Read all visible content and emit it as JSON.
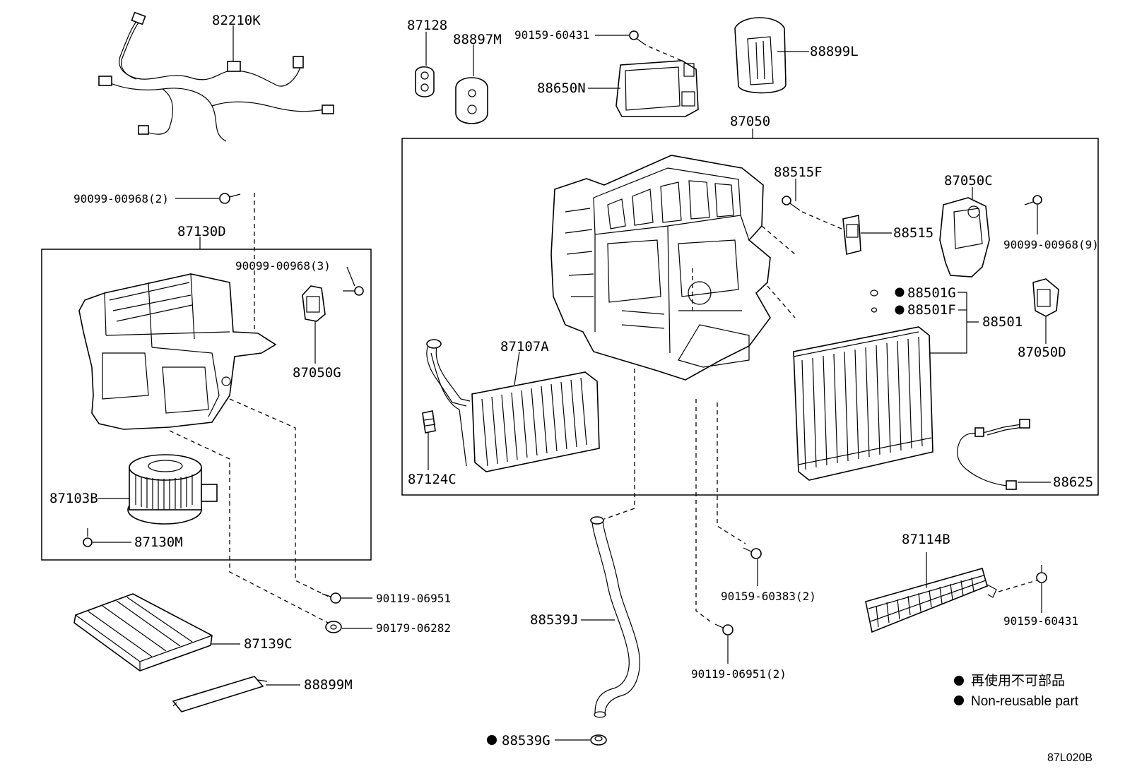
{
  "labels": {
    "p82210K": "82210K",
    "p87128": "87128",
    "p88897M": "88897M",
    "p90159_60431_top": "90159-60431",
    "p88650N": "88650N",
    "p88899L": "88899L",
    "p87050": "87050",
    "p90099_00968_2": "90099-00968(2)",
    "p87130D": "87130D",
    "p90099_00968_3": "90099-00968(3)",
    "p87050G": "87050G",
    "p87103B": "87103B",
    "p87130M": "87130M",
    "p88515F": "88515F",
    "p88515": "88515",
    "p87050C": "87050C",
    "p90099_00968_9": "90099-00968(9)",
    "p88501G": "88501G",
    "p88501F": "88501F",
    "p88501": "88501",
    "p87050D": "87050D",
    "p87107A": "87107A",
    "p87124C": "87124C",
    "p88625": "88625",
    "p90119_06951": "90119-06951",
    "p90179_06282": "90179-06282",
    "p87139C": "87139C",
    "p88899M": "88899M",
    "p88539J": "88539J",
    "p88539G": "88539G",
    "p90159_60383_2": "90159-60383(2)",
    "p90119_06951_2": "90119-06951(2)",
    "p87114B": "87114B",
    "p90159_60431_right": "90159-60431"
  },
  "legend": {
    "japanese": "再使用不可部品",
    "english": "Non-reusable part"
  },
  "diagram_code": "87L020B"
}
